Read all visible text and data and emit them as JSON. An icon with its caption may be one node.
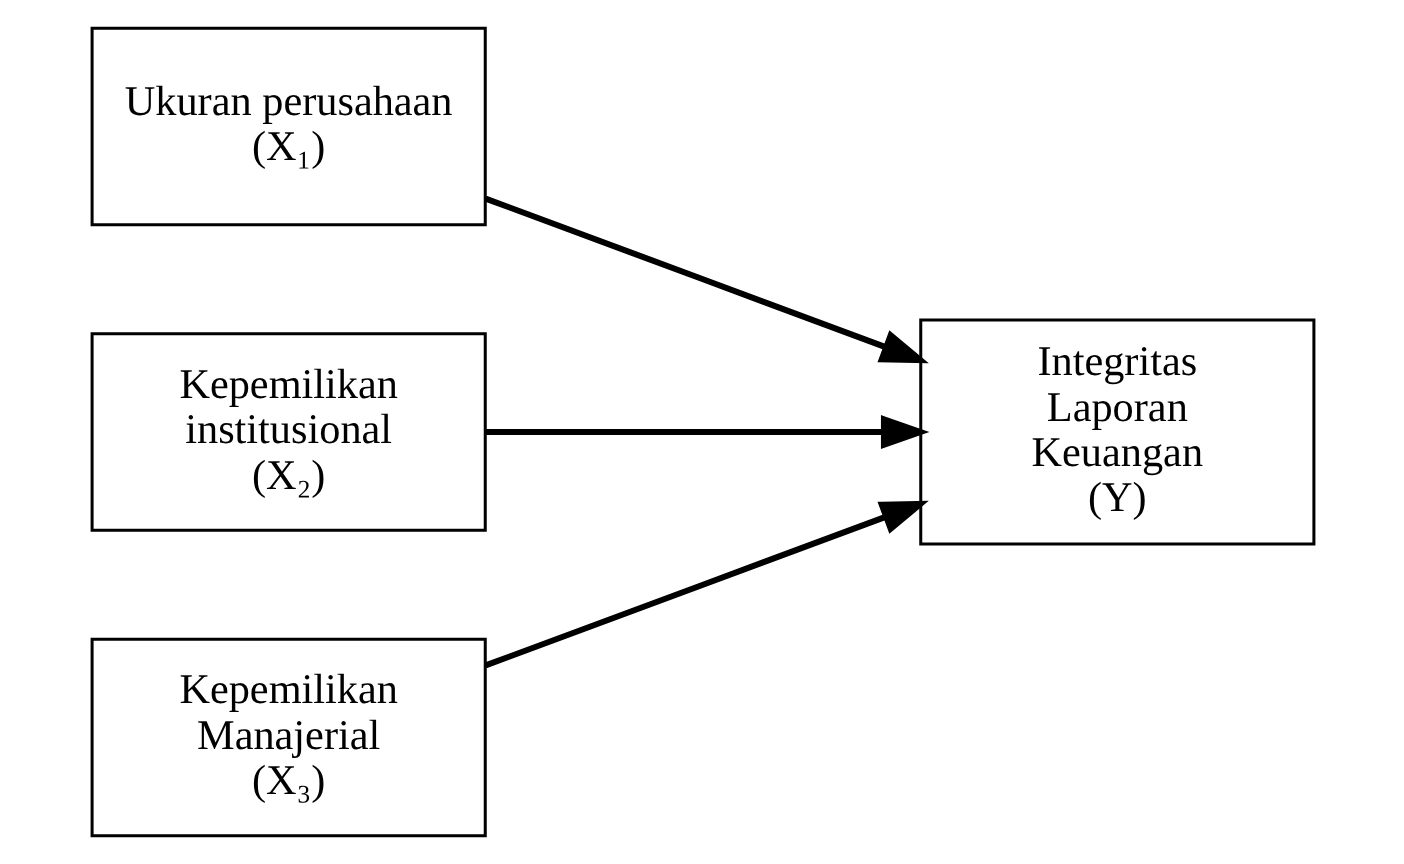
{
  "diagram": {
    "nodes": [
      {
        "text": [
          "Ukuran perusahaan",
          "(X₁)"
        ]
      },
      {
        "text": [
          "Kepemilikan institusional",
          "(X₂)"
        ]
      },
      {
        "text": [
          "Kepemilikan Manajerial",
          "(X₃)"
        ]
      },
      {
        "text": [
          "Integritas Laporan Keuangan",
          "(Y)"
        ]
      }
    ],
    "edges": [
      {
        "from": 0,
        "to": 3,
        "arrow": "to"
      },
      {
        "from": 1,
        "to": 3,
        "arrow": "to"
      },
      {
        "from": 2,
        "to": 3,
        "arrow": "to"
      }
    ]
  }
}
